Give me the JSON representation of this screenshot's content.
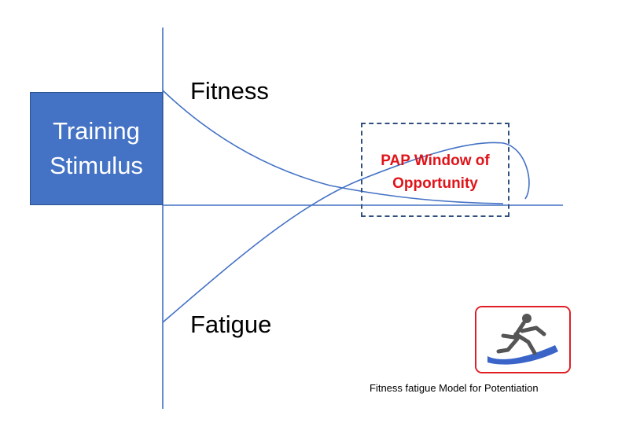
{
  "stimulus": {
    "label": "Training\nStimulus"
  },
  "curves": {
    "fitness_label": "Fitness",
    "fatigue_label": "Fatigue"
  },
  "pap_window": {
    "label": "PAP Window of\nOpportunity"
  },
  "caption": "Fitness fatigue Model for Potentiation",
  "colors": {
    "stimulus_box": "#4472c4",
    "curve_line": "#4472c4",
    "pap_text": "#e0141b",
    "logo_border": "#e01e24"
  }
}
